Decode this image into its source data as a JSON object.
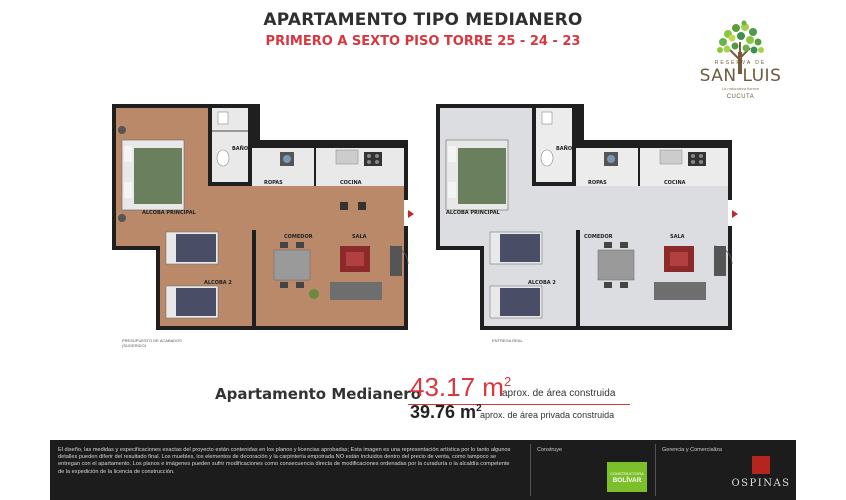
{
  "header": {
    "title": "APARTAMENTO TIPO MEDIANERO",
    "subtitle": "PRIMERO A SEXTO PISO TORRE 25 - 24 - 23"
  },
  "logo": {
    "reserva": "RESERVA DE",
    "name": "SAN LUIS",
    "tagline": "La naturaleza florece",
    "city": "CUCUTA"
  },
  "plans": {
    "left": {
      "rooms": {
        "bano": "BAÑO",
        "ropas": "ROPAS",
        "cocina": "COCINA",
        "alcoba_principal": "ALCOBA PRINCIPAL",
        "comedor": "COMEDOR",
        "sala": "SALA",
        "alcoba2": "ALCOBA 2"
      },
      "caption": "PRESUPUESTO DE ACABADOS (SUGERIDO)"
    },
    "right": {
      "rooms": {
        "bano": "BAÑO",
        "ropas": "ROPAS",
        "cocina": "COCINA",
        "alcoba_principal": "ALCOBA PRINCIPAL",
        "comedor": "COMEDOR",
        "sala": "SALA",
        "alcoba2": "ALCOBA 2"
      },
      "caption": "ENTREGA REAL"
    }
  },
  "area": {
    "name": "Apartamento Medianero",
    "built_value": "43.17 m",
    "built_sup": "2",
    "built_note": "aprox. de área construida",
    "private_value": "39.76 m",
    "private_sup": "2",
    "private_note": "aprox. de área privada construida"
  },
  "footer": {
    "disclaimer": "El diseño, las medidas y especificaciones exactas del proyecto están contenidas en los planos y licencias aprobadas; Esta imagen es una representación artística por lo tanto algunos detalles pueden diferir del resultado final. Los muebles, los elementos de decoración y la carpintería empotrada NO están incluidos dentro del precio de venta, como tampoco se entregan con el apartamento. Los planos e imágenes pueden sufrir modificaciones como consecuencia directa de modificaciones ordenadas por la curaduría o la alcaldía competente de la expedición de la licencia de construcción.",
    "construye_label": "Construye",
    "bolivar_small": "CONSTRUCTORA",
    "bolivar_name": "BOLÍVAR",
    "gerencia_label": "Gerencia y Comercializa",
    "ospinas_name": "OSPINAS"
  },
  "colors": {
    "accent_red": "#d9363e",
    "footer_bg": "#1c1c1c",
    "bolivar_green": "#7bbf2a",
    "floor_wood": "#b9896a",
    "floor_gray": "#dcdde0",
    "wall": "#1f1f1f"
  }
}
